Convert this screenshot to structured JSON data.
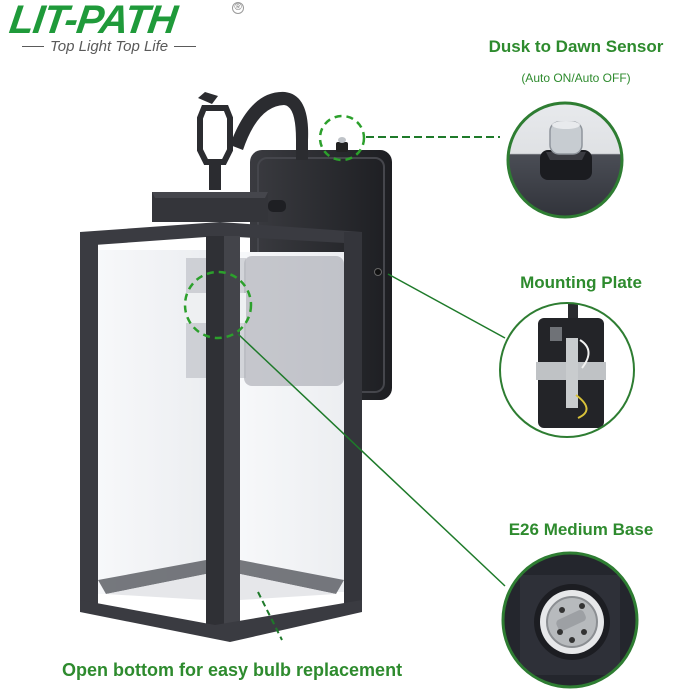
{
  "brand": {
    "logo_text": "LIT-PATH",
    "registered_mark": "®",
    "tagline": "Top Light Top Life"
  },
  "features": [
    {
      "id": "sensor",
      "title": "Dusk to Dawn Sensor",
      "subtitle": "(Auto ON/Auto OFF)",
      "icon": "photocell-sensor-icon"
    },
    {
      "id": "mounting",
      "title": "Mounting Plate",
      "icon": "mounting-plate-icon"
    },
    {
      "id": "base",
      "title": "E26 Medium Base",
      "icon": "bulb-socket-icon"
    }
  ],
  "bottom_caption": "Open bottom for easy bulb replacement",
  "colors": {
    "brand_green": "#1f9a3a",
    "callout_green": "#2e8b2e",
    "leader_green": "#1e7a2a",
    "fixture_black": "#2b2c30",
    "glass": "#f4f5f7"
  }
}
